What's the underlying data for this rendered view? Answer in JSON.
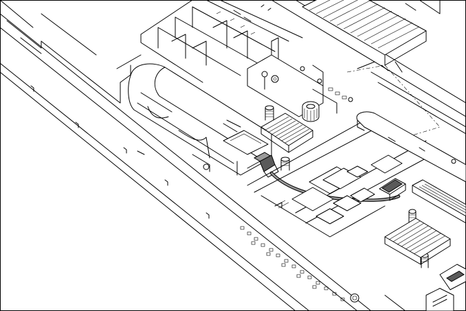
{
  "figure": {
    "kind": "line-art technical illustration",
    "components": [
      "chassis-side-rail",
      "battery-pack",
      "battery-cable",
      "cable-connector",
      "system-board-connector",
      "heatsink-left",
      "heatsink-right",
      "memory-chips",
      "riser-bracket",
      "thumbscrew",
      "standoff-screws",
      "pcie-slot",
      "mezzanine-bracket"
    ],
    "colors": {
      "line": "#000000",
      "background": "#ffffff",
      "cable": "#9a9a9a",
      "connector": "#5a5a5a"
    }
  }
}
